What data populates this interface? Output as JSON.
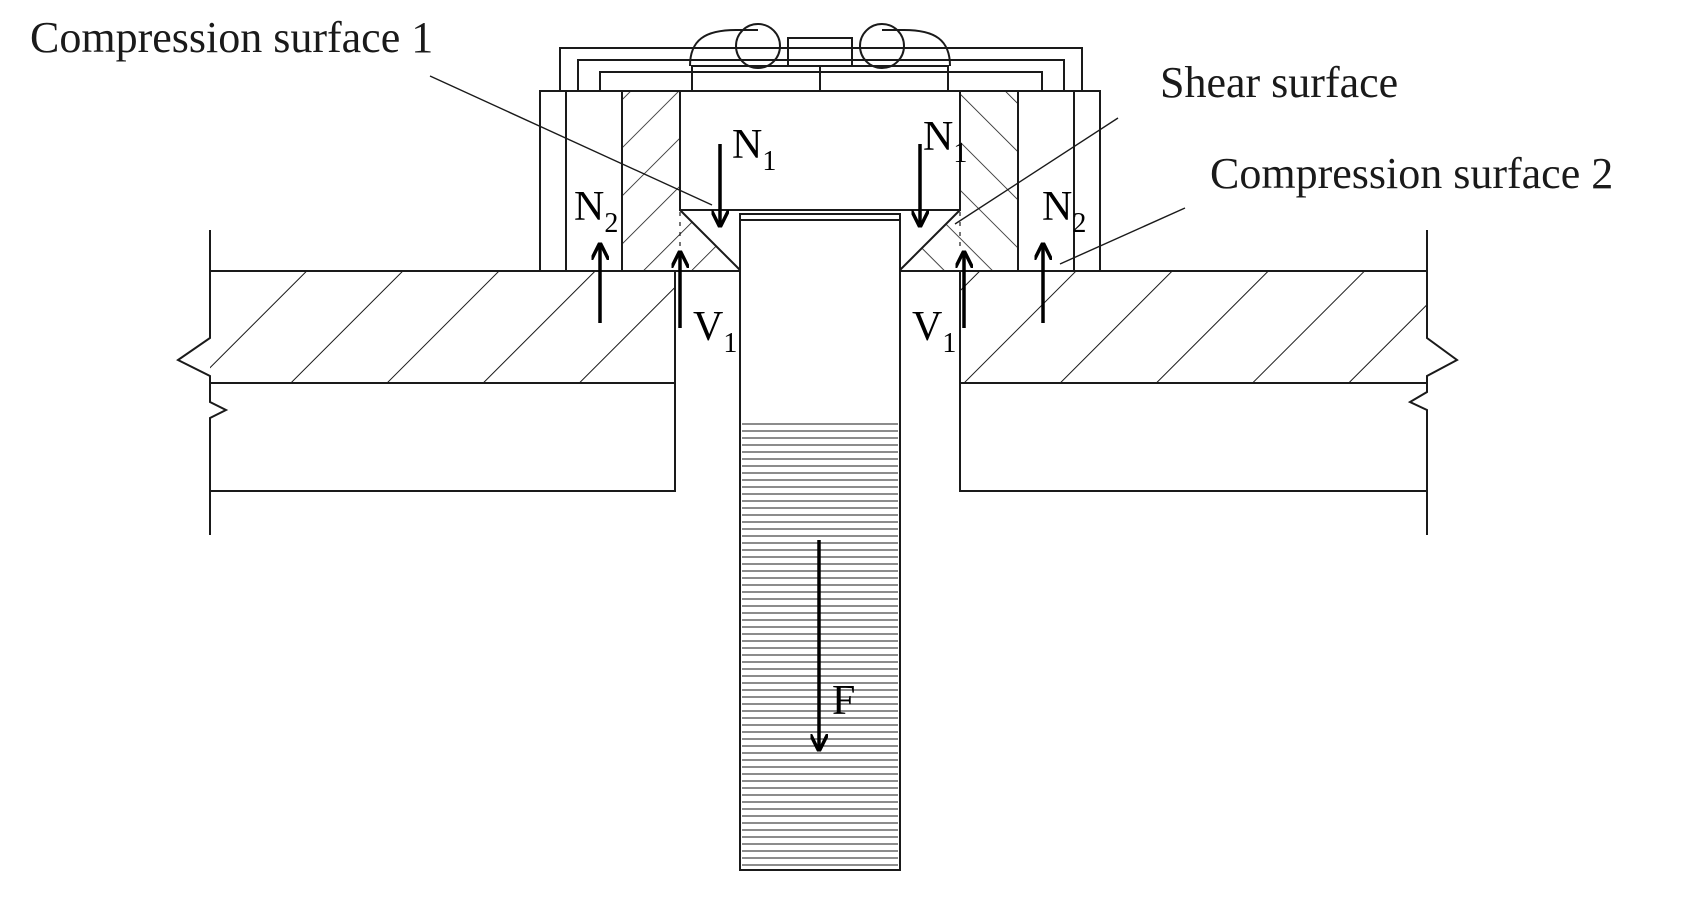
{
  "labels": {
    "compression_surface_1": "Compression surface 1",
    "shear_surface": "Shear surface",
    "compression_surface_2": "Compression surface 2"
  },
  "forces": {
    "n1": {
      "letter": "N",
      "sub": "1"
    },
    "n2": {
      "letter": "N",
      "sub": "2"
    },
    "v1": {
      "letter": "V",
      "sub": "1"
    },
    "f": {
      "letter": "F"
    }
  },
  "colors": {
    "line": "#1a1a1a",
    "background": "#ffffff"
  }
}
